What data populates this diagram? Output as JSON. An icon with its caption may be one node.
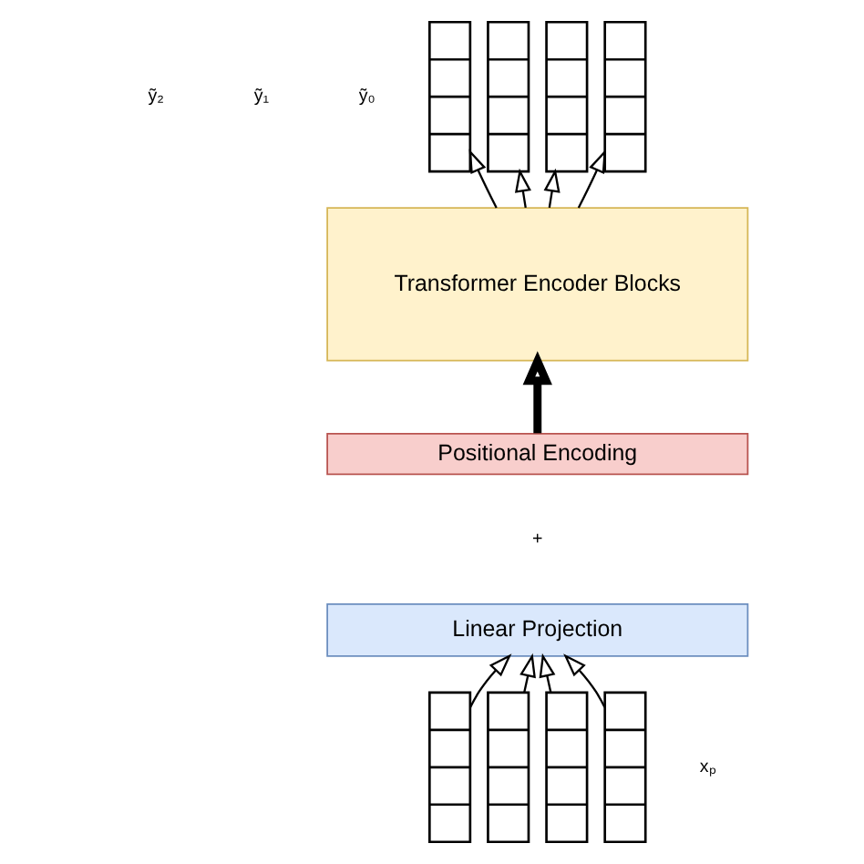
{
  "diagram": {
    "nodes": [
      {
        "text": [],
        "shape": "box"
      },
      {
        "text": [],
        "shape": "box"
      },
      {
        "text": [],
        "shape": "box"
      },
      {
        "text": [],
        "shape": "box"
      },
      {
        "text": [
          "Transformer Encoder Blocks"
        ]
      },
      {
        "text": [
          "Positional Encoding"
        ]
      },
      {
        "text": [
          "Linear Projection"
        ]
      },
      {
        "text": [],
        "shape": "box"
      },
      {
        "text": [],
        "shape": "box"
      },
      {
        "text": [],
        "shape": "box"
      },
      {
        "text": [],
        "shape": "box"
      }
    ],
    "edges": [
      {
        "from": 7,
        "to": 6,
        "arrow": "to"
      },
      {
        "from": 8,
        "to": 6,
        "arrow": "to"
      },
      {
        "from": 9,
        "to": 6,
        "arrow": "to"
      },
      {
        "from": 10,
        "to": 6,
        "arrow": "to"
      },
      {
        "from": 5,
        "to": 4,
        "arrow": "to",
        "style": "thick"
      },
      {
        "from": 4,
        "to": 0,
        "arrow": "to"
      },
      {
        "from": 4,
        "to": 1,
        "arrow": "to"
      },
      {
        "from": 4,
        "to": 2,
        "arrow": "to"
      },
      {
        "from": 4,
        "to": 3,
        "arrow": "to"
      }
    ],
    "labels": [
      "ỹ₂",
      "ỹ₁",
      "ỹ₀",
      "+",
      "xₚ"
    ]
  }
}
